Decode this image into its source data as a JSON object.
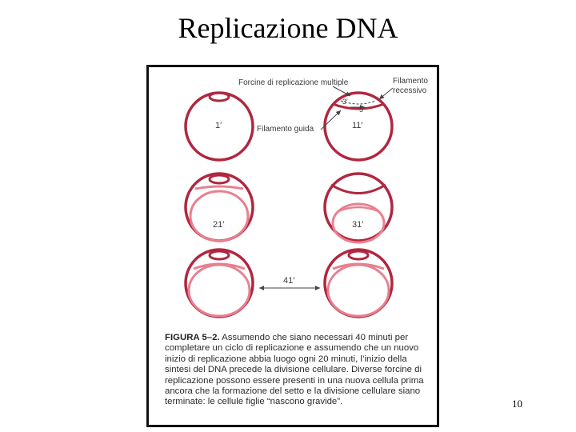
{
  "slide": {
    "title": "Replicazione DNA",
    "page_number": "10"
  },
  "figure": {
    "top_label": "Forcine di replicazione multiple",
    "filamento_recessivo_line1": "Filamento",
    "filamento_recessivo_line2": "recessivo",
    "filamento_guida": "Filamento guida",
    "prime_3": "3′",
    "prime_5": "5′",
    "times": {
      "t1": "1′",
      "t11": "11′",
      "t21": "21′",
      "t31": "31′",
      "t41": "41′"
    },
    "caption_label": "FIGURA 5–2.",
    "caption_text": "Assumendo che siano necessari 40 minuti per completare un ciclo di replicazione e assumendo che un nuovo inizio di replicazione abbia luogo ogni 20 minuti, l’inizio della sintesi del DNA precede la divisione cellulare. Diverse forcine di replicazione possono essere presenti in una nuova cellula prima ancora che la formazione del setto e la divisione cellulare siano terminate: le cellule figlie “nascono gravide”.",
    "colors": {
      "dark_strand": "#b0273f",
      "light_strand": "#e8808f"
    }
  }
}
